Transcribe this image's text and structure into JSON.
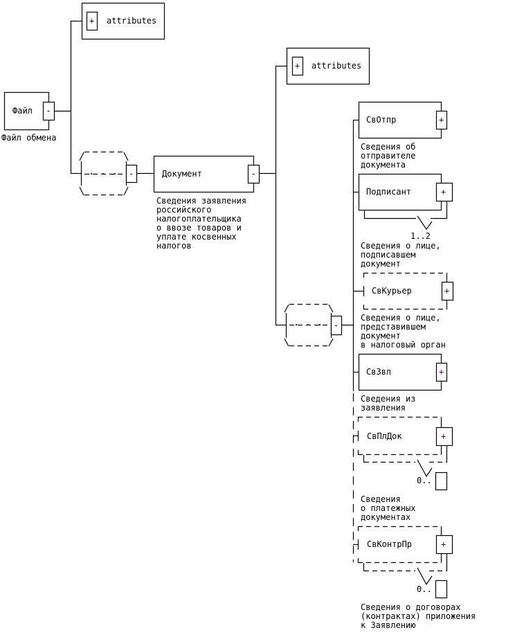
{
  "diagram": {
    "root": {
      "name": "Файл",
      "description": "Файл обмена",
      "toggle": "-"
    },
    "root_attributes": {
      "label": "attributes",
      "toggle": "+"
    },
    "sequence_1": {
      "toggle": "-"
    },
    "document": {
      "name": "Документ",
      "toggle": "-",
      "description": [
        "Сведения заявления",
        "российского",
        "налогоплательщика",
        "о ввозе товаров и",
        "уплате косвенных",
        "налогов"
      ]
    },
    "document_attributes": {
      "label": "attributes",
      "toggle": "+"
    },
    "sequence_2": {
      "toggle": "-"
    },
    "children": [
      {
        "name": "СвОтпр",
        "toggle": "+",
        "optional": false,
        "multiplicity": "",
        "description": [
          "Сведения об",
          "отправителе",
          "документа"
        ]
      },
      {
        "name": "Подписант",
        "toggle": "+",
        "optional": false,
        "multiplicity": "1..2",
        "description": [
          "Сведения о лице,",
          "подписавшем",
          "документ"
        ]
      },
      {
        "name": "СвКурьер",
        "toggle": "+",
        "optional": true,
        "multiplicity": "",
        "description": [
          "Сведения о лице,",
          "представившем",
          "документ",
          "в налоговый орган"
        ]
      },
      {
        "name": "СвЗвл",
        "toggle": "+",
        "optional": false,
        "multiplicity": "",
        "description": [
          "Сведения из",
          "заявления"
        ]
      },
      {
        "name": "СвПлДок",
        "toggle": "+",
        "optional": true,
        "multiplicity": "0..",
        "description": [
          "Сведения",
          "о платежных",
          "документах"
        ]
      },
      {
        "name": "СвКонтрПр",
        "toggle": "+",
        "optional": true,
        "multiplicity": "0..",
        "description": [
          "Сведения о договорах",
          "(контрактах) приложения",
          "к Заявлению"
        ]
      }
    ]
  }
}
